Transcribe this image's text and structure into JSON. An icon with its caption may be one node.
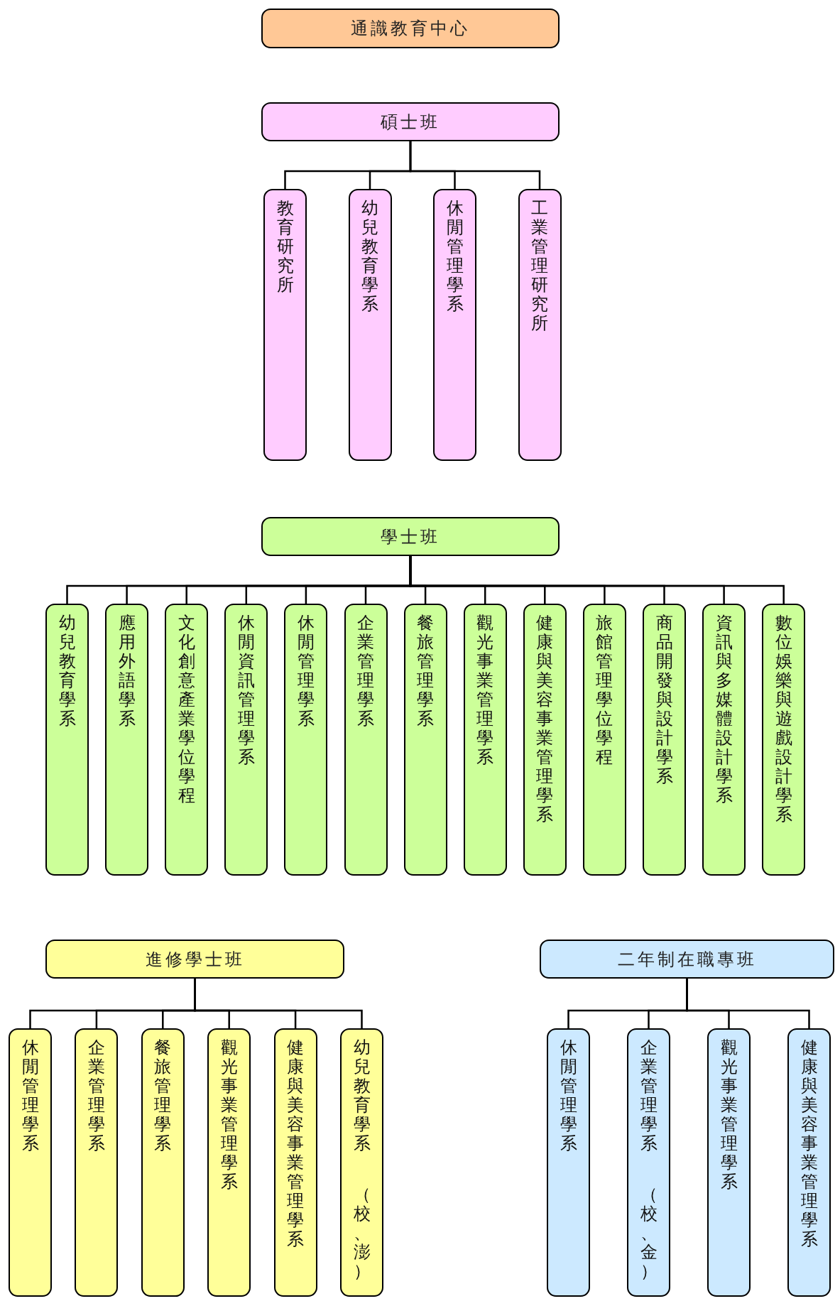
{
  "diagram": {
    "nodes": [
      {
        "text": [
          "通識教育中心"
        ]
      },
      {
        "text": [
          "碩士班"
        ]
      },
      {
        "text": [
          "教育研究所"
        ]
      },
      {
        "text": [
          "幼兒教育學系"
        ]
      },
      {
        "text": [
          "休閒管理學系"
        ]
      },
      {
        "text": [
          "工業管理研究所"
        ]
      },
      {
        "text": [
          "學士班"
        ]
      },
      {
        "text": [
          "幼兒教育學系"
        ]
      },
      {
        "text": [
          "應用外語學系"
        ]
      },
      {
        "text": [
          "文化創意產業學位學程"
        ]
      },
      {
        "text": [
          "休閒資訊管理學系"
        ]
      },
      {
        "text": [
          "休閒管理學系"
        ]
      },
      {
        "text": [
          "企業管理學系"
        ]
      },
      {
        "text": [
          "餐旅管理學系"
        ]
      },
      {
        "text": [
          "觀光事業管理學系"
        ]
      },
      {
        "text": [
          "健康與美容事業管理學系"
        ]
      },
      {
        "text": [
          "旅館管理學位學程"
        ]
      },
      {
        "text": [
          "商品開發與設計學系"
        ]
      },
      {
        "text": [
          "資訊與多媒體設計學系"
        ]
      },
      {
        "text": [
          "數位娛樂與遊戲設計學系"
        ]
      },
      {
        "text": [
          "進修學士班"
        ]
      },
      {
        "text": [
          "休閒管理學系"
        ]
      },
      {
        "text": [
          "企業管理學系"
        ]
      },
      {
        "text": [
          "餐旅管理學系"
        ]
      },
      {
        "text": [
          "觀光事業管理學系"
        ]
      },
      {
        "text": [
          "健康與美容事業管理學系"
        ]
      },
      {
        "text": [
          "幼兒教育學系",
          "（校、澎）"
        ]
      },
      {
        "text": [
          "二年制在職專班"
        ]
      },
      {
        "text": [
          "休閒管理學系"
        ]
      },
      {
        "text": [
          "企業管理學系",
          "（校、金）"
        ]
      },
      {
        "text": [
          "觀光事業管理學系"
        ]
      },
      {
        "text": [
          "健康與美容事業管理學系"
        ]
      }
    ],
    "edges": [
      {
        "from": 1,
        "to": 2,
        "arrow": "none"
      },
      {
        "from": 1,
        "to": 3,
        "arrow": "none"
      },
      {
        "from": 1,
        "to": 4,
        "arrow": "none"
      },
      {
        "from": 1,
        "to": 5,
        "arrow": "none"
      },
      {
        "from": 6,
        "to": 7,
        "arrow": "none"
      },
      {
        "from": 6,
        "to": 8,
        "arrow": "none"
      },
      {
        "from": 6,
        "to": 9,
        "arrow": "none"
      },
      {
        "from": 6,
        "to": 10,
        "arrow": "none"
      },
      {
        "from": 6,
        "to": 11,
        "arrow": "none"
      },
      {
        "from": 6,
        "to": 12,
        "arrow": "none"
      },
      {
        "from": 6,
        "to": 13,
        "arrow": "none"
      },
      {
        "from": 6,
        "to": 14,
        "arrow": "none"
      },
      {
        "from": 6,
        "to": 15,
        "arrow": "none"
      },
      {
        "from": 6,
        "to": 16,
        "arrow": "none"
      },
      {
        "from": 6,
        "to": 17,
        "arrow": "none"
      },
      {
        "from": 6,
        "to": 18,
        "arrow": "none"
      },
      {
        "from": 6,
        "to": 19,
        "arrow": "none"
      },
      {
        "from": 20,
        "to": 21,
        "arrow": "none"
      },
      {
        "from": 20,
        "to": 22,
        "arrow": "none"
      },
      {
        "from": 20,
        "to": 23,
        "arrow": "none"
      },
      {
        "from": 20,
        "to": 24,
        "arrow": "none"
      },
      {
        "from": 20,
        "to": 25,
        "arrow": "none"
      },
      {
        "from": 20,
        "to": 26,
        "arrow": "none"
      },
      {
        "from": 27,
        "to": 28,
        "arrow": "none"
      },
      {
        "from": 27,
        "to": 29,
        "arrow": "none"
      },
      {
        "from": 27,
        "to": 30,
        "arrow": "none"
      },
      {
        "from": 27,
        "to": 31,
        "arrow": "none"
      }
    ]
  }
}
